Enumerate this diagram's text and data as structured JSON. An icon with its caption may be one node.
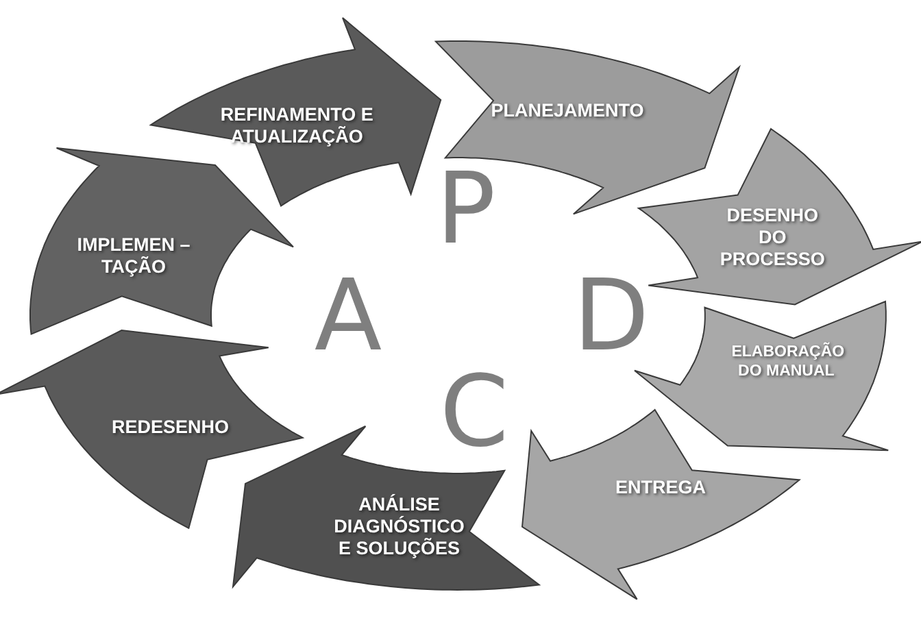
{
  "diagram": {
    "nodes": [
      {
        "text": [
          "PLANEJAMENTO"
        ]
      },
      {
        "text": [
          "DESENHO DO PROCESSO"
        ]
      },
      {
        "text": [
          "ELABORAÇÃO DO MANUAL"
        ]
      },
      {
        "text": [
          "ENTREGA"
        ]
      },
      {
        "text": [
          "ANÁLISE DIAGNÓSTICO E SOLUÇÕES"
        ]
      },
      {
        "text": [
          "REDESENHO"
        ]
      },
      {
        "text": [
          "IMPLEMEN – TAÇÃO"
        ]
      },
      {
        "text": [
          "REFINAMENTO E ATUALIZAÇÃO"
        ]
      }
    ],
    "labels": [
      "P",
      "D",
      "C",
      "A"
    ]
  }
}
